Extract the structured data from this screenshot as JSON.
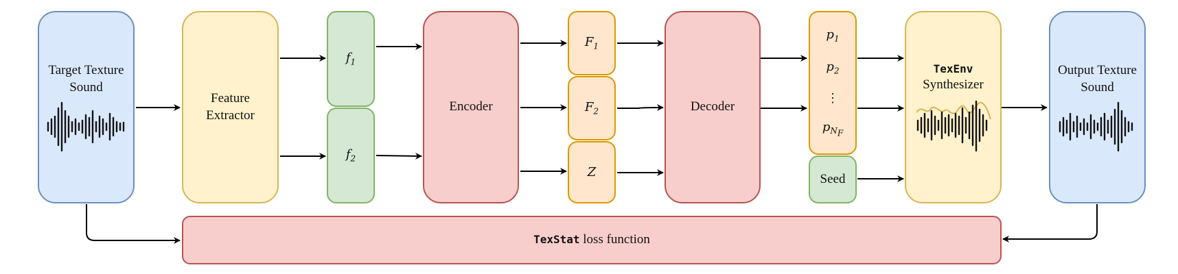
{
  "nodes": {
    "target_sound": "Target Texture\nSound",
    "feature_extractor": "Feature\nExtractor",
    "f1": "f",
    "f1_sub": "1",
    "f2": "f",
    "f2_sub": "2",
    "encoder": "Encoder",
    "F1": "F",
    "F1_sub": "1",
    "F2": "F",
    "F2_sub": "2",
    "Z": "Z",
    "decoder": "Decoder",
    "p1": "p",
    "p1_sub": "1",
    "p2": "p",
    "p2_sub": "2",
    "vdots": "⋮",
    "pNF": "p",
    "pNF_sub": "N",
    "pNF_subsub": "F",
    "seed": "Seed",
    "synth_name": "TexEnv",
    "synth_label": "Synthesizer",
    "output_sound": "Output Texture\nSound",
    "loss_name": "TexStat",
    "loss_label": " loss function"
  },
  "icons": [
    "waveform-icon"
  ],
  "colors": {
    "blue_fill": "#dae8fc",
    "blue_stroke": "#6c8ebf",
    "yellow_fill": "#fff2cc",
    "yellow_stroke": "#d6b656",
    "green_fill": "#d5e8d4",
    "green_stroke": "#82b366",
    "red_fill": "#f8cecc",
    "red_stroke": "#b85450",
    "orange_fill": "#ffe6cc",
    "orange_stroke": "#d79b00"
  }
}
